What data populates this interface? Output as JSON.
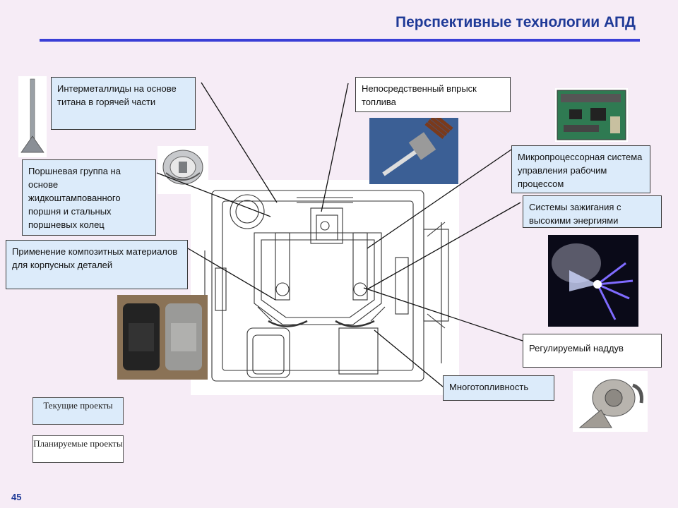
{
  "header": {
    "title": "Перспективные технологии АПД"
  },
  "callouts": {
    "intermetallics": "Интерметаллиды на основе титана в горячей части",
    "piston_group": "Поршневая группа на основе жидкоштампованного поршня и стальных поршневых колец",
    "composites": "Применение композитных материалов для корпусных деталей",
    "direct_injection": "Непосредственный впрыск топлива",
    "microprocessor": "Микропроцессорная система управления рабочим процессом",
    "ignition": "Системы зажигания с высокими энергиями",
    "boost": "Регулируемый наддув",
    "multifuel": "Многотопливность"
  },
  "legend": {
    "current": "Текущие проекты",
    "planned": "Планируемые проекты"
  },
  "colors": {
    "current": "#dcebfa",
    "planned": "#ffffff",
    "title": "#1f3a97",
    "rule": "#3a3fd6"
  },
  "page": {
    "number": "45"
  }
}
